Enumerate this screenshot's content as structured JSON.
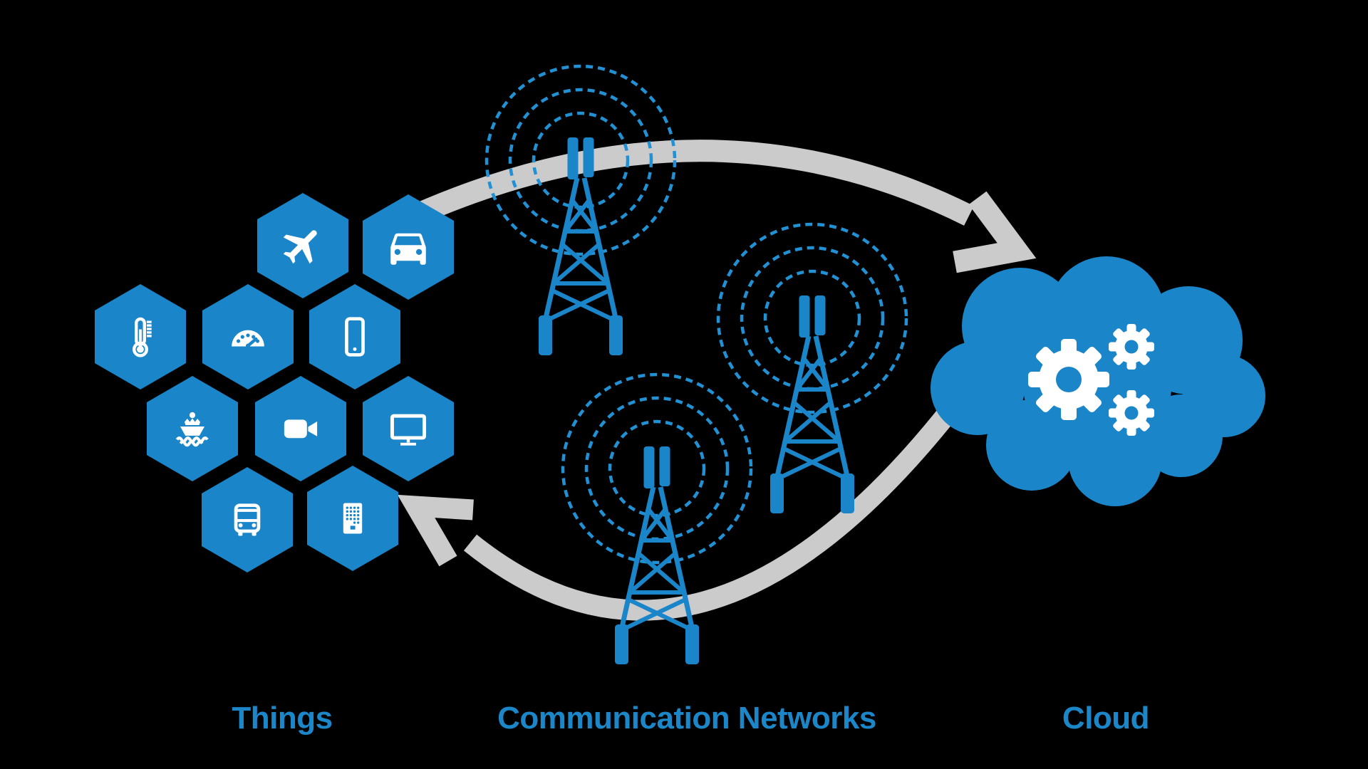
{
  "diagram": {
    "title": "IoT architecture diagram",
    "labels": {
      "things": "Things",
      "communication": "Communication Networks",
      "cloud": "Cloud"
    },
    "things": {
      "items": [
        "airplane",
        "car",
        "thermometer",
        "speedometer",
        "smartphone",
        "ship",
        "video-camera",
        "monitor",
        "bus",
        "building"
      ]
    },
    "communication_networks": {
      "towers": 3,
      "signal_rings_per_tower": 3
    },
    "cloud": {
      "gears": 3
    },
    "flows": [
      {
        "from": "Things",
        "to": "Cloud"
      },
      {
        "from": "Cloud",
        "to": "Things"
      }
    ],
    "colors": {
      "primary_blue": "#1a86c9",
      "signal_blue": "#2191d4",
      "arrow_gray": "#cbcbcb",
      "icon_white": "#ffffff",
      "background": "#000000"
    }
  }
}
